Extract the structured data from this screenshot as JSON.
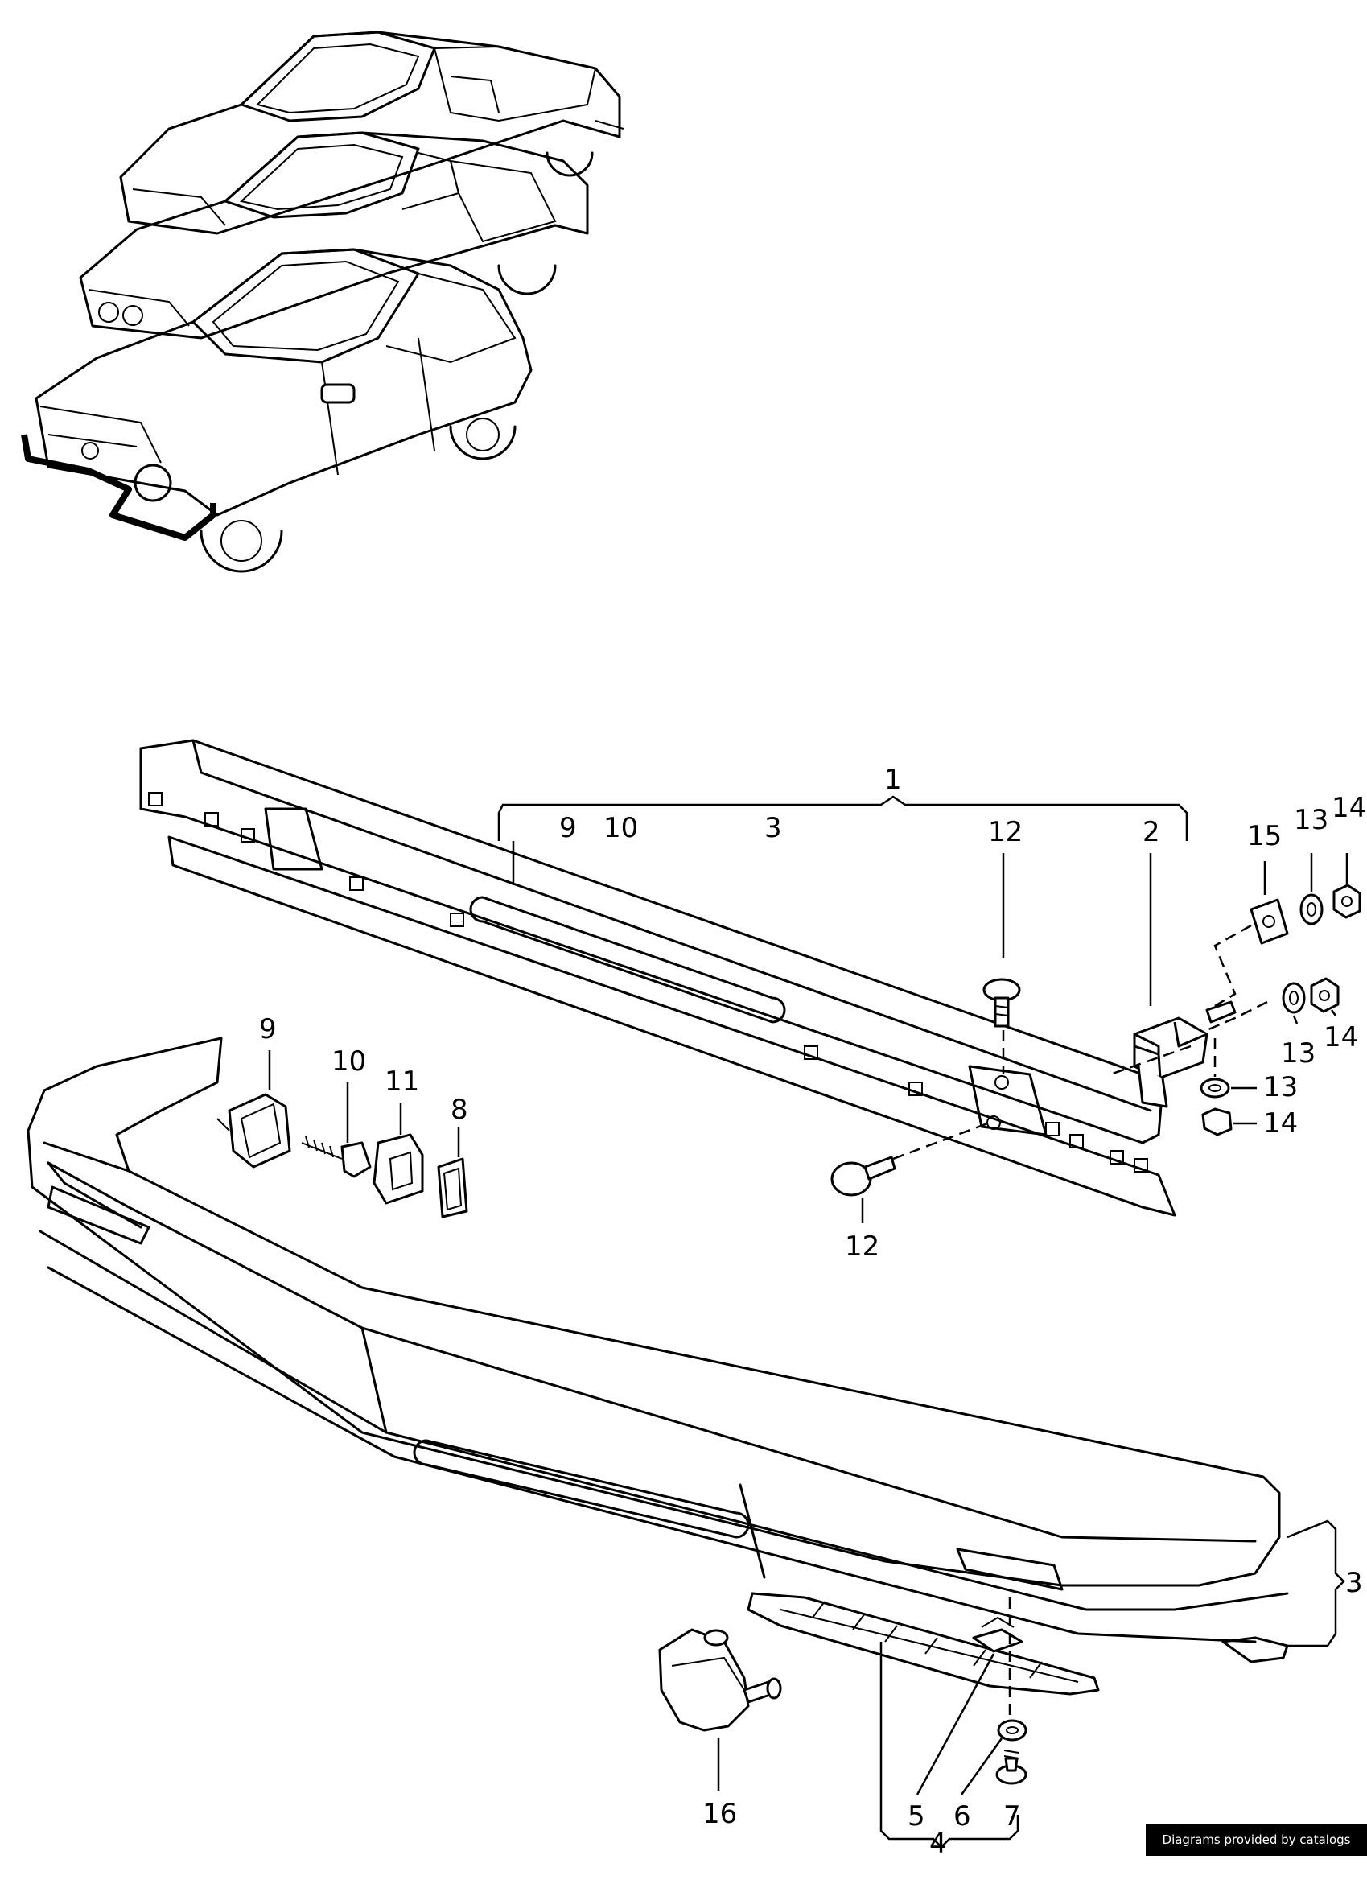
{
  "credit": "Diagrams provided by catalogs parts",
  "callouts": {
    "c1": "1",
    "c2": "2",
    "c3_top": "3",
    "c3_right": "3",
    "c4": "4",
    "c5": "5",
    "c6": "6",
    "c7": "7",
    "c8": "8",
    "c9_top": "9",
    "c9_clip": "9",
    "c10_top": "10",
    "c10_screw": "10",
    "c11": "11",
    "c12_top": "12",
    "c12_bottom": "12",
    "c13_a": "13",
    "c13_b": "13",
    "c13_c": "13",
    "c14_a": "14",
    "c14_b": "14",
    "c14_c": "14",
    "c15": "15",
    "c16": "16"
  }
}
